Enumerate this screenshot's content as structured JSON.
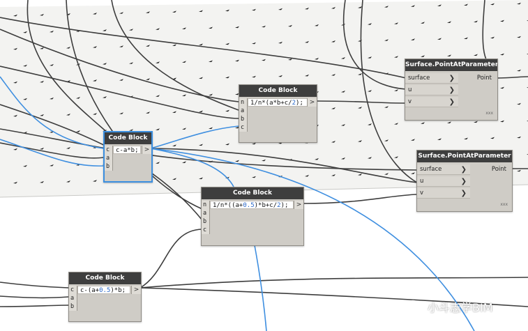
{
  "nodes": {
    "cb1": {
      "title": "Code Block",
      "code": "c-a*b;",
      "ports": [
        "c",
        "a",
        "b"
      ],
      "out": ">"
    },
    "cb2": {
      "title": "Code Block",
      "code_pre": "1/n*(a*b+c/",
      "code_num": "2",
      "code_post": ");",
      "ports": [
        "n",
        "a",
        "b",
        "c"
      ],
      "out": ">"
    },
    "cb3": {
      "title": "Code Block",
      "code_pre": "1/n*((a+",
      "code_num": "0.5",
      "code_mid": ")*b+c/",
      "code_num2": "2",
      "code_post": ");",
      "ports": [
        "n",
        "a",
        "b",
        "c"
      ],
      "out": ">"
    },
    "cb4": {
      "title": "Code Block",
      "code_pre": "c-(a+",
      "code_num": "0.5",
      "code_post": ")*b;",
      "ports": [
        "c",
        "a",
        "b"
      ],
      "out": ">"
    },
    "sp1": {
      "title": "Surface.PointAtParameter",
      "inputs": [
        "surface",
        "u",
        "v"
      ],
      "output": "Point",
      "lacing": "xxx"
    },
    "sp2": {
      "title": "Surface.PointAtParameter",
      "inputs": [
        "surface",
        "u",
        "v"
      ],
      "output": "Point",
      "lacing": "xxx"
    }
  },
  "watermark": {
    "text": "小斗志学BIM",
    "icon": "wechat-icon"
  },
  "colors": {
    "selected_border": "#3b8fe0",
    "wire_dark": "#3d3d3d",
    "wire_blue": "#3f8fe0",
    "title_bar": "#3e3e3e",
    "number": "#2a68c9"
  }
}
